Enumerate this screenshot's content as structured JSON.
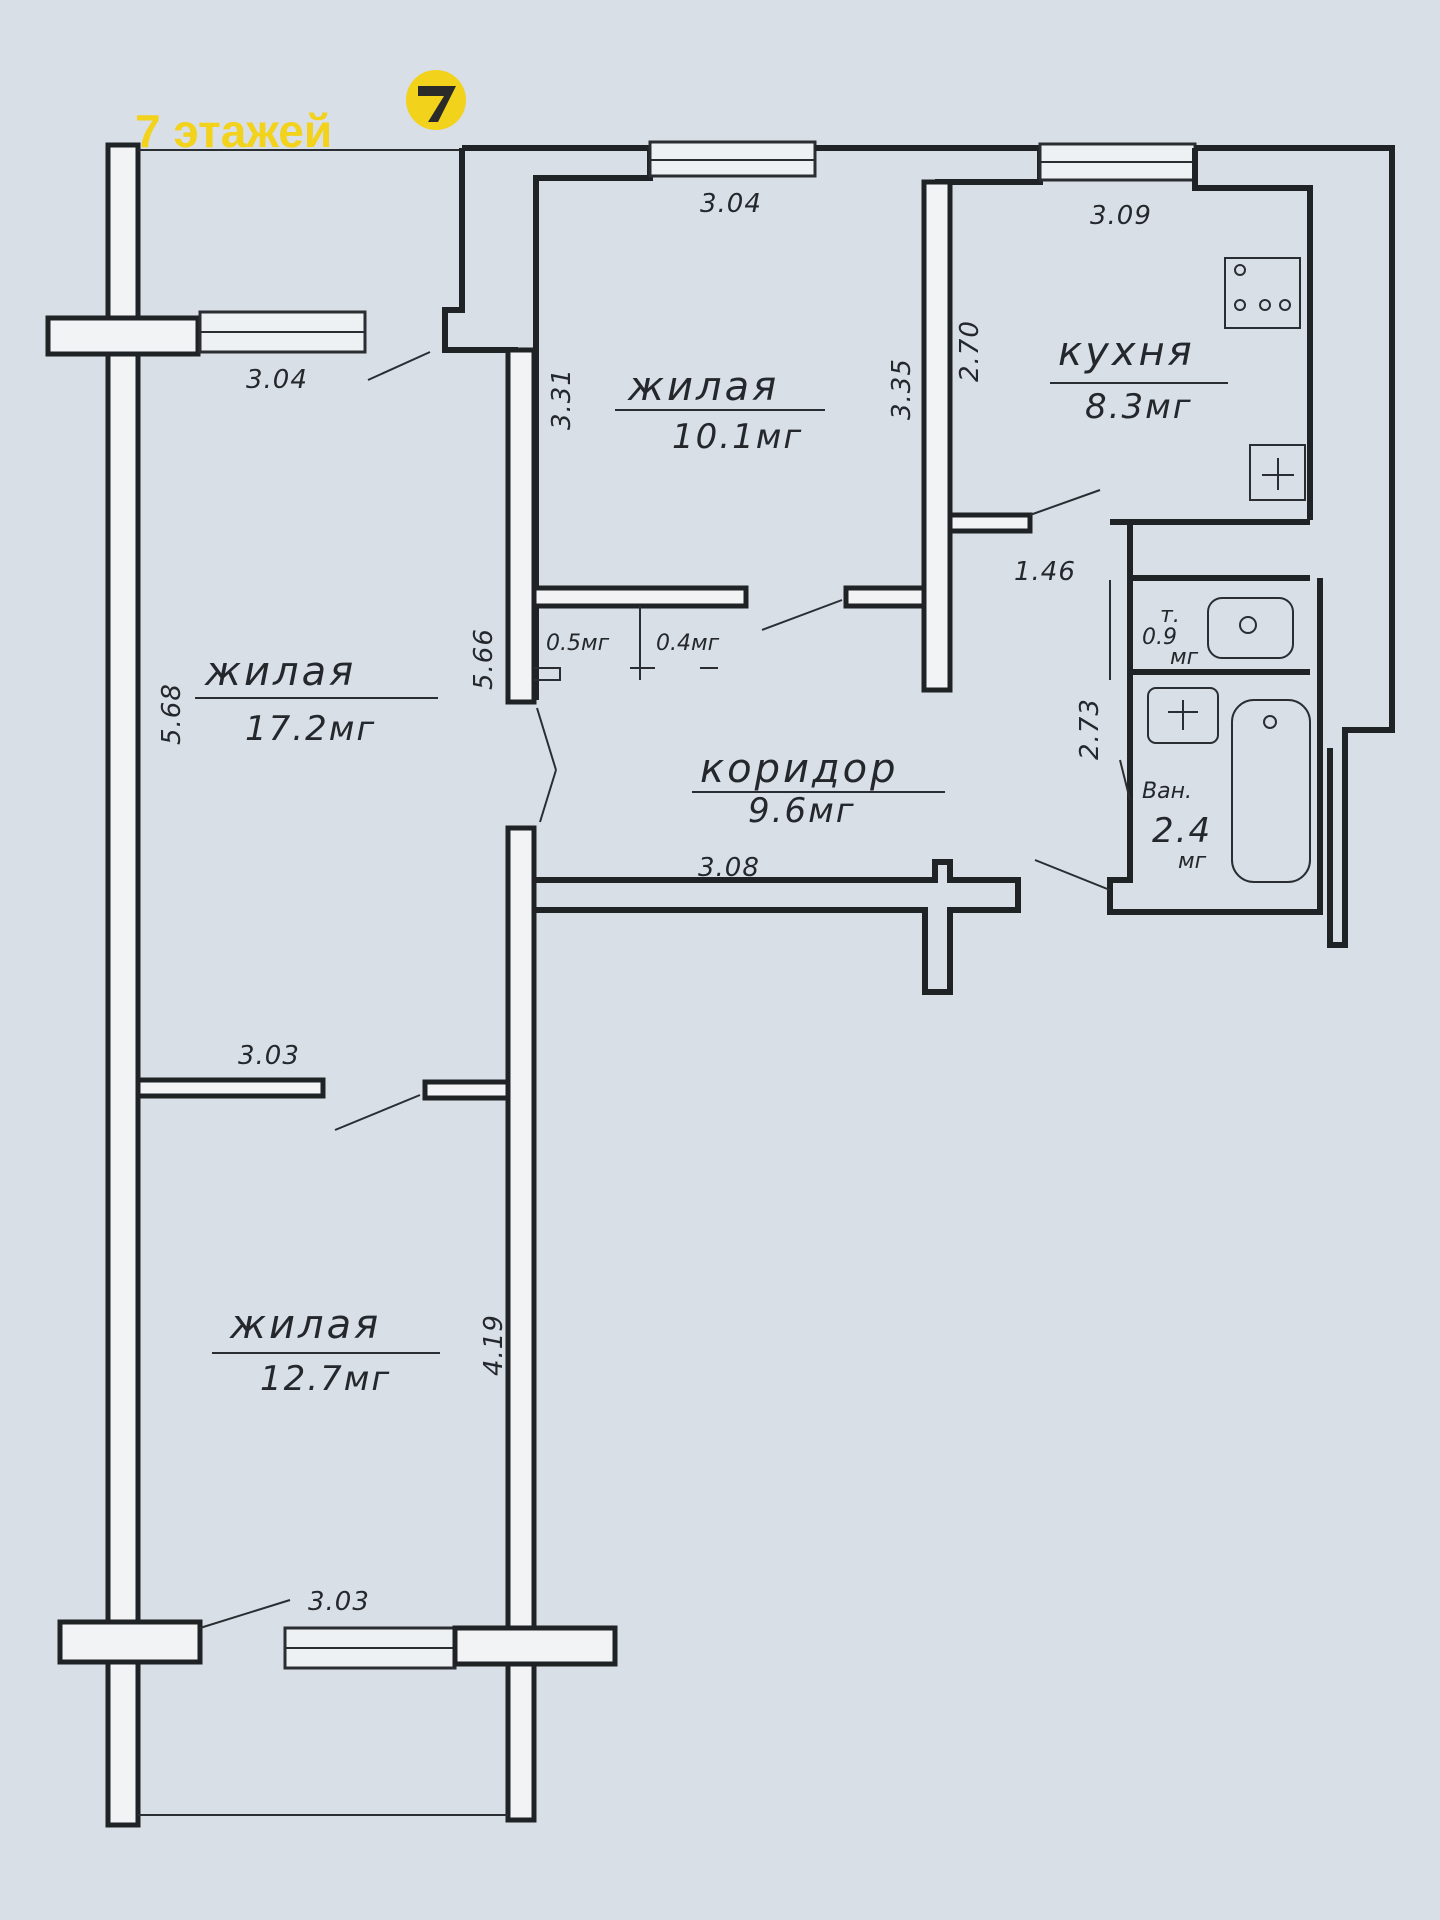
{
  "header": {
    "floors_label": "7 этажей"
  },
  "rooms": {
    "bedroom_top": {
      "name": "жилая",
      "area": "10.1мг"
    },
    "living_large": {
      "name": "жилая",
      "area": "17.2мг"
    },
    "bedroom_bottom": {
      "name": "жилая",
      "area": "12.7мг"
    },
    "kitchen": {
      "name": "кухня",
      "area": "8.3мг"
    },
    "corridor": {
      "name": "коридор",
      "area": "9.6мг"
    },
    "toilet": {
      "name": "т.",
      "area": "0.9",
      "unit": "мг"
    },
    "bath": {
      "name": "Ван.",
      "area": "2.4",
      "unit": "мг"
    },
    "closet1": {
      "area": "0.5мг"
    },
    "closet2": {
      "area": "0.4мг"
    }
  },
  "dimensions": {
    "balcony_width": "3.04",
    "bedroom_top_width": "3.04",
    "kitchen_width": "3.09",
    "bedroom_top_depth_left": "3.31",
    "bedroom_top_depth_right": "3.35",
    "kitchen_depth": "2.70",
    "living_depth_left": "5.68",
    "living_depth_right": "5.66",
    "hall_width": "1.46",
    "bath_depth": "2.73",
    "corridor_width": "3.08",
    "living_width": "3.03",
    "bedroom_bottom_depth": "4.19",
    "loggia_width": "3.03"
  },
  "colors": {
    "badge": "#f2d21b",
    "ink": "#1f2326",
    "paper": "#d9dfe6"
  },
  "icons": {
    "badge": "seven-logo-icon",
    "stove": "stove-icon",
    "sink": "sink-icon",
    "toilet": "toilet-icon",
    "bathtub": "bathtub-icon",
    "washbasin": "washbasin-icon"
  }
}
